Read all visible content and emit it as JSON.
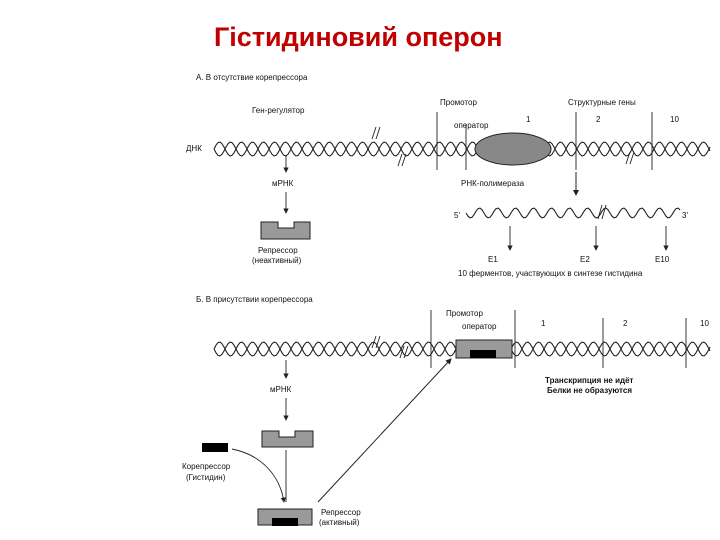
{
  "title": "Гістидиновий оперон",
  "panel_a": {
    "heading": "А. В отсутствие корепрессора",
    "gene_regulator": "Ген-регулятор",
    "promoter": "Промотор",
    "structural_genes": "Структурные гены",
    "operator": "оператор",
    "dna": "ДНК",
    "gene_numbers": [
      "1",
      "2",
      "10"
    ],
    "mrna": "мРНК",
    "rna_polymerase": "РНК-полимераза",
    "end_5": "5'",
    "end_3": "3'",
    "enzymes": [
      "E1",
      "E2",
      "E10"
    ],
    "repressor_line1": "Репрессор",
    "repressor_line2": "(неактивный)",
    "enzymes_caption": "10 ферментов, участвующих в синтезе гистидина"
  },
  "panel_b": {
    "heading": "Б. В присутствии корепрессора",
    "promoter": "Промотор",
    "operator": "оператор",
    "gene_numbers": [
      "1",
      "2",
      "10"
    ],
    "mrna": "мРНК",
    "status_line1": "Транскрипция не идёт",
    "status_line2": "Белки не образуются",
    "corepressor_line1": "Корепрессор",
    "corepressor_line2": "(Гистидин)",
    "repressor_line1": "Репрессор",
    "repressor_line2": "(активный)"
  }
}
